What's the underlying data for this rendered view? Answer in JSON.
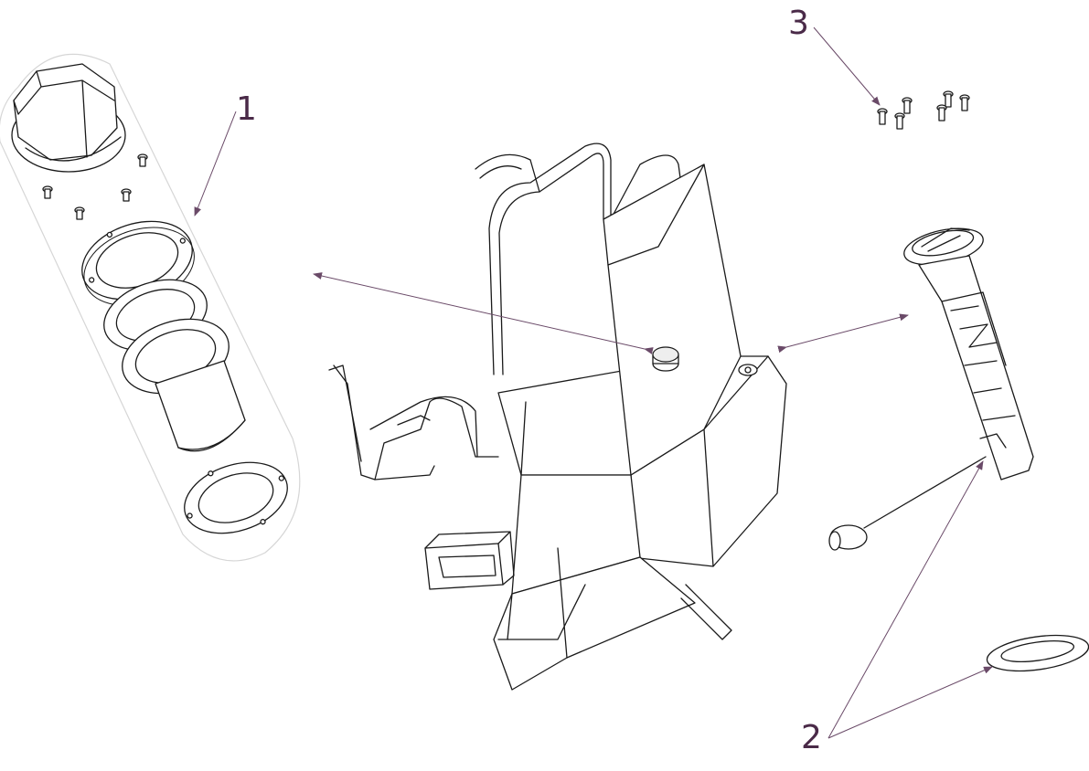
{
  "callouts": {
    "item_1": "1",
    "item_2": "2",
    "item_3": "3"
  },
  "colors": {
    "callout_text": "#4a2a48",
    "leader_line": "#6a4a68",
    "outline": "#1a1a1a",
    "background": "#ffffff"
  }
}
